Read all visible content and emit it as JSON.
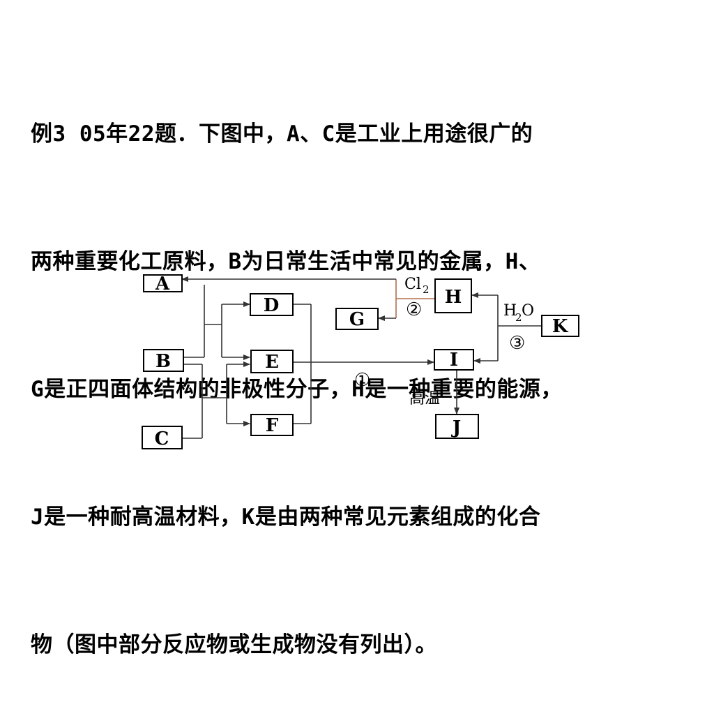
{
  "question": {
    "lines": [
      "例3  05年22题．下图中，A、C是工业上用途很广的",
      "两种重要化工原料，B为日常生活中常见的金属，H、",
      "G是正四面体结构的非极性分子，H是一种重要的能源，",
      "J是一种耐高温材料，K是由两种常见元素组成的化合",
      "物（图中部分反应物或生成物没有列出）。"
    ]
  },
  "diagram": {
    "nodes": {
      "A": "A",
      "B": "B",
      "C": "C",
      "D": "D",
      "E": "E",
      "F": "F",
      "G": "G",
      "H": "H",
      "I": "I",
      "J": "J",
      "K": "K"
    },
    "labels": {
      "cl2": "Cl",
      "cl2_sub": "2",
      "h2o_h": "H",
      "h2o_sub": "2",
      "h2o_o": "O",
      "step1": "①",
      "step2": "②",
      "step3": "③",
      "high_temp": "高温"
    }
  }
}
